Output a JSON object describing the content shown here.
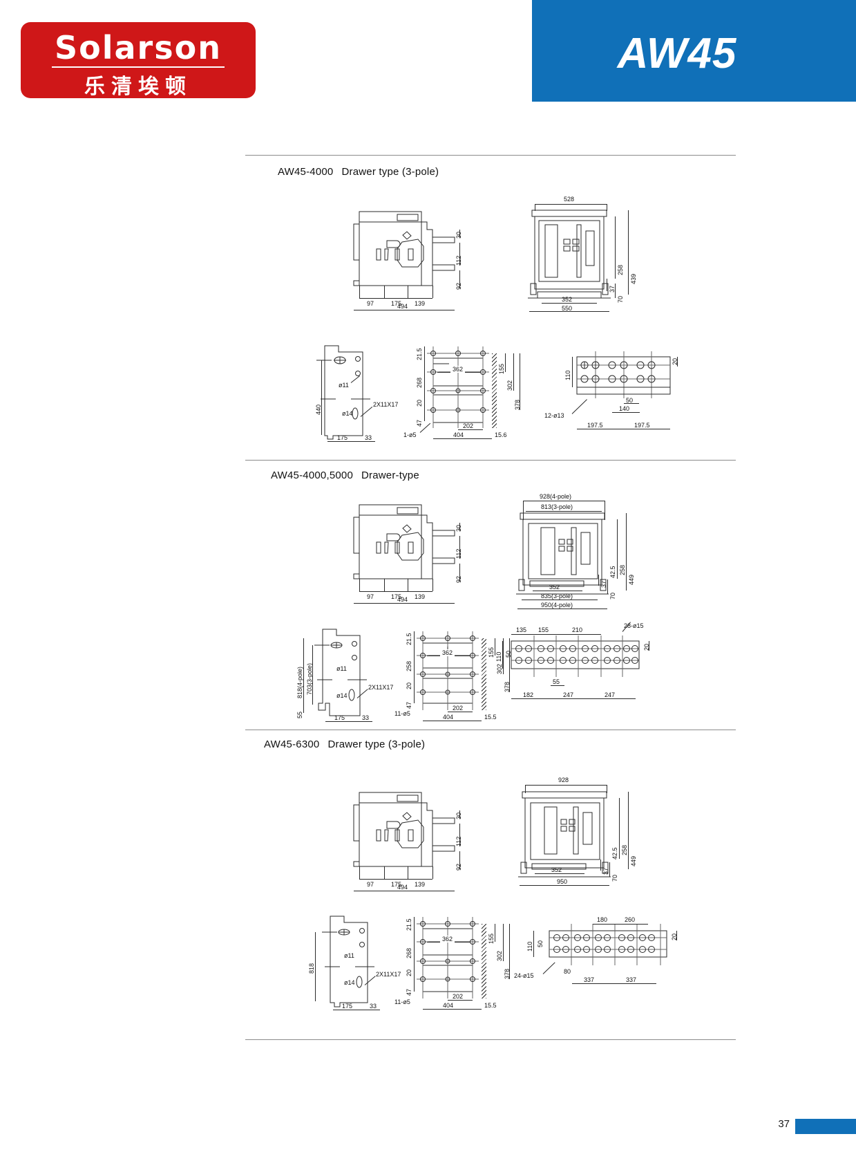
{
  "header": {
    "logo_word": "Solarson",
    "logo_cn": "乐清埃顿",
    "banner_title": "AW45"
  },
  "footer": {
    "page_number": "37"
  },
  "sections": [
    {
      "id": "aw45-4000-3p",
      "title_model": "AW45-4000",
      "title_desc": "Drawer type (3-pole)",
      "side_view": {
        "horizontal_dims": [
          "97",
          "175",
          "139"
        ],
        "total_width": "494",
        "vertical_dims": [
          "30",
          "112",
          "92"
        ]
      },
      "front_view": {
        "top_width": "528",
        "inner_width": "352",
        "bottom_width": "550",
        "vertical_dims": [
          "258",
          "439",
          "37",
          "70"
        ]
      },
      "bracket_view": {
        "height": "440",
        "hole_a": "ø11",
        "hole_b": "ø14",
        "slot": "2X11X17",
        "dims": [
          "175",
          "33"
        ]
      },
      "drill_plan": {
        "left_dims": [
          "21.5",
          "268",
          "20",
          "47"
        ],
        "inner_width": "362",
        "right_dims": [
          "155",
          "302",
          "378"
        ],
        "bottom_dims": [
          "202",
          "404",
          "15.6"
        ],
        "hole_note": "1-ø5"
      },
      "busbar_view": {
        "hole_note": "12-ø13",
        "left_dim": "110",
        "right_dim": "20",
        "dims": [
          "50",
          "140"
        ],
        "bottom_dims": [
          "197.5",
          "197.5"
        ]
      }
    },
    {
      "id": "aw45-4000-5000",
      "title_model": "AW45-4000,5000",
      "title_desc": "Drawer-type",
      "side_view": {
        "horizontal_dims": [
          "97",
          "175",
          "139"
        ],
        "total_width": "494",
        "vertical_dims": [
          "30",
          "112",
          "92"
        ]
      },
      "front_view": {
        "top_width_4p": "928(4-pole)",
        "top_width_3p": "813(3-pole)",
        "inner_width": "352",
        "bottom_width_3p": "835(3-pole)",
        "bottom_width_4p": "950(4-pole)",
        "vertical_dims": [
          "258",
          "449",
          "42.5",
          "37",
          "70"
        ]
      },
      "bracket_view": {
        "height_4p": "818(4-pole)",
        "height_3p": "703(3-pole)",
        "bottom_dim": "55",
        "hole_a": "ø11",
        "hole_b": "ø14",
        "slot": "2X11X17",
        "dims": [
          "175",
          "33"
        ]
      },
      "drill_plan": {
        "left_dims": [
          "21.5",
          "258",
          "20",
          "47"
        ],
        "inner_width": "362",
        "right_dims": [
          "155",
          "302",
          "378"
        ],
        "bottom_dims": [
          "202",
          "404",
          "15.5"
        ],
        "hole_note": "11-ø5"
      },
      "busbar_view": {
        "hole_note": "28-ø15",
        "left_dim": "110",
        "second_dim": "50",
        "right_dim": "20",
        "top_dims": [
          "135",
          "155",
          "210"
        ],
        "mid_dim": "55",
        "bottom_dims": [
          "182",
          "247",
          "247"
        ]
      }
    },
    {
      "id": "aw45-6300-3p",
      "title_model": "AW45-6300",
      "title_desc": "Drawer type (3-pole)",
      "side_view": {
        "horizontal_dims": [
          "97",
          "175",
          "139"
        ],
        "total_width": "494",
        "vertical_dims": [
          "30",
          "112",
          "92"
        ]
      },
      "front_view": {
        "top_width": "928",
        "inner_width": "352",
        "bottom_width": "950",
        "vertical_dims": [
          "258",
          "449",
          "42.5",
          "37",
          "70"
        ]
      },
      "bracket_view": {
        "height": "818",
        "hole_a": "ø11",
        "hole_b": "ø14",
        "slot": "2X11X17",
        "dims": [
          "175",
          "33"
        ]
      },
      "drill_plan": {
        "left_dims": [
          "21.5",
          "268",
          "20",
          "47"
        ],
        "inner_width": "362",
        "right_dims": [
          "155",
          "302",
          "378"
        ],
        "bottom_dims": [
          "202",
          "404",
          "15.5"
        ],
        "hole_note": "11-ø5"
      },
      "busbar_view": {
        "hole_note": "24-ø15",
        "left_dim": "110",
        "second_dim": "50",
        "third_dim": "80",
        "right_dim": "20",
        "top_dims": [
          "180",
          "260"
        ],
        "bottom_dims": [
          "337",
          "337"
        ]
      }
    }
  ]
}
